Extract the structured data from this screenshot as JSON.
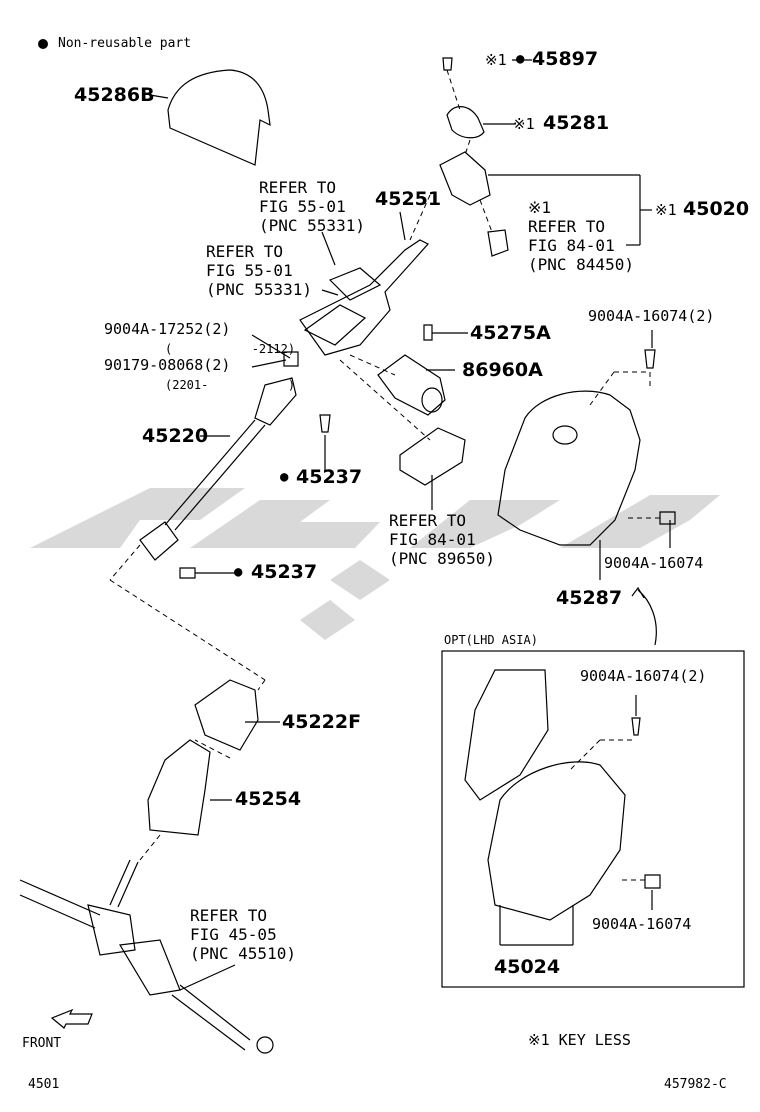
{
  "legend": {
    "non_reusable": "Non-reusable part"
  },
  "marks": {
    "keyless": "※1"
  },
  "parts": {
    "p45286B": "45286B",
    "p45897": "45897",
    "p45281": "45281",
    "p45020": "45020",
    "p45251": "45251",
    "p45275A": "45275A",
    "p86960A": "86960A",
    "p45220": "45220",
    "p45237": "45237",
    "p45287": "45287",
    "p45024": "45024",
    "p45222F": "45222F",
    "p45254": "45254"
  },
  "refs": {
    "r84450": {
      "l1": "REFER TO",
      "l2": "FIG 84-01",
      "l3": "(PNC 84450)"
    },
    "r55331a": {
      "l1": "REFER TO",
      "l2": "FIG 55-01",
      "l3": "(PNC 55331)"
    },
    "r55331b": {
      "l1": "REFER TO",
      "l2": "FIG 55-01",
      "l3": "(PNC 55331)"
    },
    "r89650": {
      "l1": "REFER TO",
      "l2": "FIG 84-01",
      "l3": "(PNC 89650)"
    },
    "r45510": {
      "l1": "REFER TO",
      "l2": "FIG 45-05",
      "l3": "(PNC 45510)"
    }
  },
  "codes": {
    "c9004A17252": "9004A-17252(2)",
    "c9017908068": "90179-08068(2)",
    "c9004A16074x2": "9004A-16074(2)",
    "c9004A16074": "9004A-16074"
  },
  "notes": {
    "range1": "(           -2112)",
    "range2": "(2201-           )"
  },
  "opt": {
    "label": "OPT(LHD ASIA)"
  },
  "front": "FRONT",
  "footnote": "※1 KEY LESS",
  "footer": {
    "left": "4501",
    "right": "457982-C"
  }
}
